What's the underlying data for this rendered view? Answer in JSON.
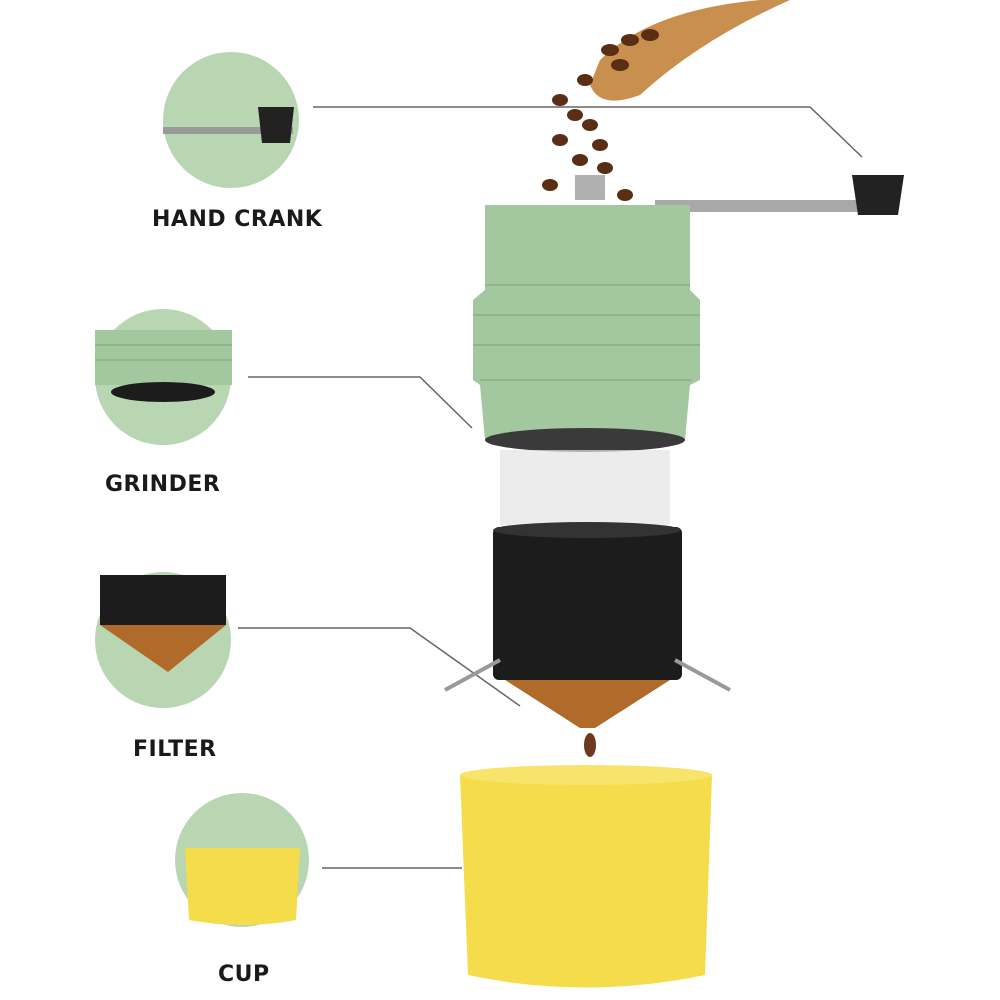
{
  "parts": [
    {
      "label": "HAND CRANK"
    },
    {
      "label": "GRINDER"
    },
    {
      "label": "FILTER"
    },
    {
      "label": "CUP"
    }
  ],
  "colors": {
    "circle_bg": "#b9d6b3",
    "grinder_green": "#a3c79e",
    "filter_black": "#1c1c1c",
    "cup_yellow": "#f4dc4a",
    "coffee": "#6b3a1f",
    "leader_line": "#555555"
  }
}
